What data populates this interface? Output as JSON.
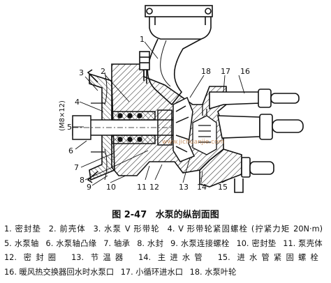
{
  "figure": {
    "number": "图 2-47",
    "title": "水泵的纵剖面图",
    "dimension_label": "(M8×12)",
    "watermark": "www.jichuanjie.com",
    "callouts": [
      "1",
      "2",
      "3",
      "4",
      "5",
      "6",
      "7",
      "8",
      "9",
      "10",
      "11",
      "12",
      "13",
      "14",
      "15",
      "16",
      "17",
      "18"
    ]
  },
  "legend": [
    "1. 密封垫",
    "2. 前壳体",
    "3. 水泵 V 形带轮",
    "4. V 形带轮紧固螺栓 (拧紧力矩 20N·m)",
    "5. 水泵轴",
    "6. 水泵轴凸缘",
    "7. 轴承",
    "8. 水封",
    "9. 水泵连接螺栓",
    "10. 密封垫",
    "11. 泵壳体",
    "12. 密封圈",
    "13. 节温器",
    "14. 主进水管",
    "15. 进水管紧固螺栓",
    "16. 暖风热交换器回水时水泵口",
    "17. 小循环进水口",
    "18. 水泵叶轮"
  ]
}
